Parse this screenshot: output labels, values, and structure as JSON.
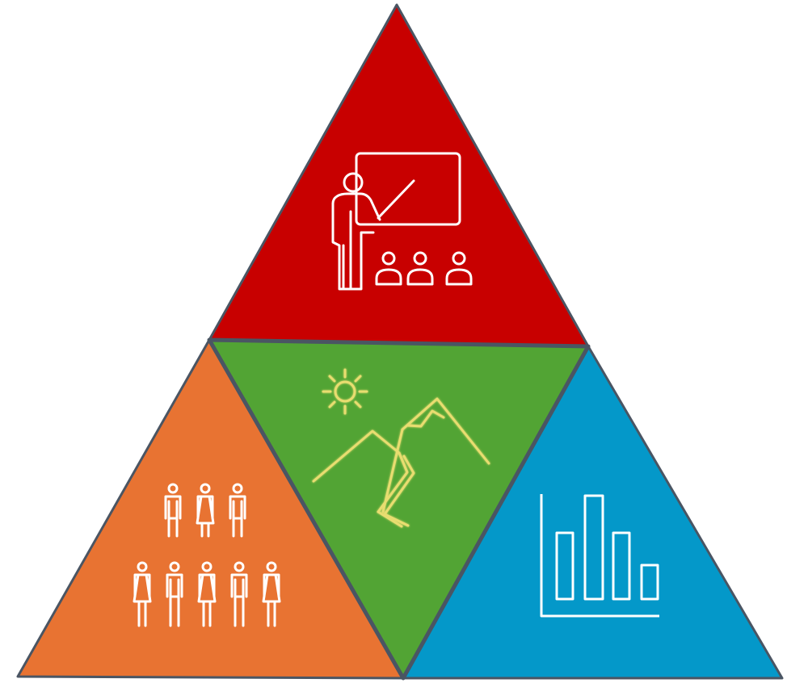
{
  "diagram": {
    "type": "triangle-quadrant",
    "segments": [
      {
        "id": "top",
        "color": "#c80000",
        "icon": "teacher-presentation-icon"
      },
      {
        "id": "left",
        "color": "#e87332",
        "icon": "people-group-icon"
      },
      {
        "id": "center",
        "color": "#52a434",
        "icon": "mountain-sun-icon"
      },
      {
        "id": "right",
        "color": "#0498c9",
        "icon": "bar-chart-icon"
      }
    ],
    "outline_color": "#4a5563",
    "icon_color": "#ffffff",
    "center_icon_color": "#e8dd70"
  }
}
